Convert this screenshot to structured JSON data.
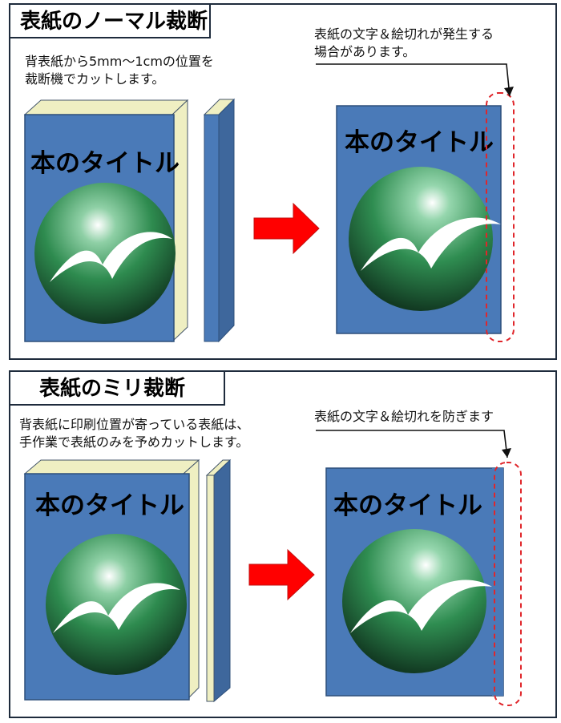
{
  "sections": [
    {
      "title": "表紙のノーマル裁断",
      "description_lines": [
        "背表紙から5mm～1cmの位置を",
        "裁断機でカットします。"
      ],
      "note_lines": [
        "表紙の文字＆絵切れが発生する",
        "場合があります。"
      ],
      "book_title_before": "本のタイトル",
      "book_title_after": "本のタイトル"
    },
    {
      "title": "表紙のミリ裁断",
      "description_lines": [
        "背表紙に印刷位置が寄っている表紙は、",
        "手作業で表紙のみを予めカットします。"
      ],
      "note_lines": [
        "表紙の文字＆絵切れを防ぎます"
      ],
      "book_title_before": "本のタイトル",
      "book_title_after": "本のタイトル"
    }
  ],
  "colors": {
    "cover_blue": "#4a7ab8",
    "spine_blue": "#3e679c",
    "page_cream": "#efefc2",
    "arrow_red": "#ff0000",
    "cut_line_red": "#e0262b",
    "frame": "#1e2b3c"
  }
}
